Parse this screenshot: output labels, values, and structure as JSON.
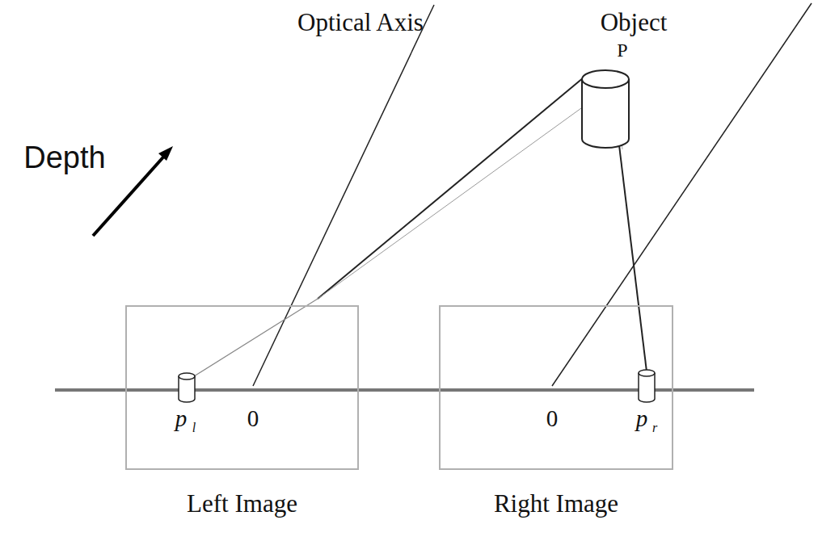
{
  "diagram": {
    "nodes": [
      {
        "text": [
          "Left Image"
        ]
      },
      {
        "text": [
          "Right Image"
        ]
      }
    ],
    "labels": [
      "Optical Axis",
      "Object",
      "P",
      "Depth",
      "p",
      "l",
      "0",
      "0",
      "p",
      "r"
    ]
  }
}
